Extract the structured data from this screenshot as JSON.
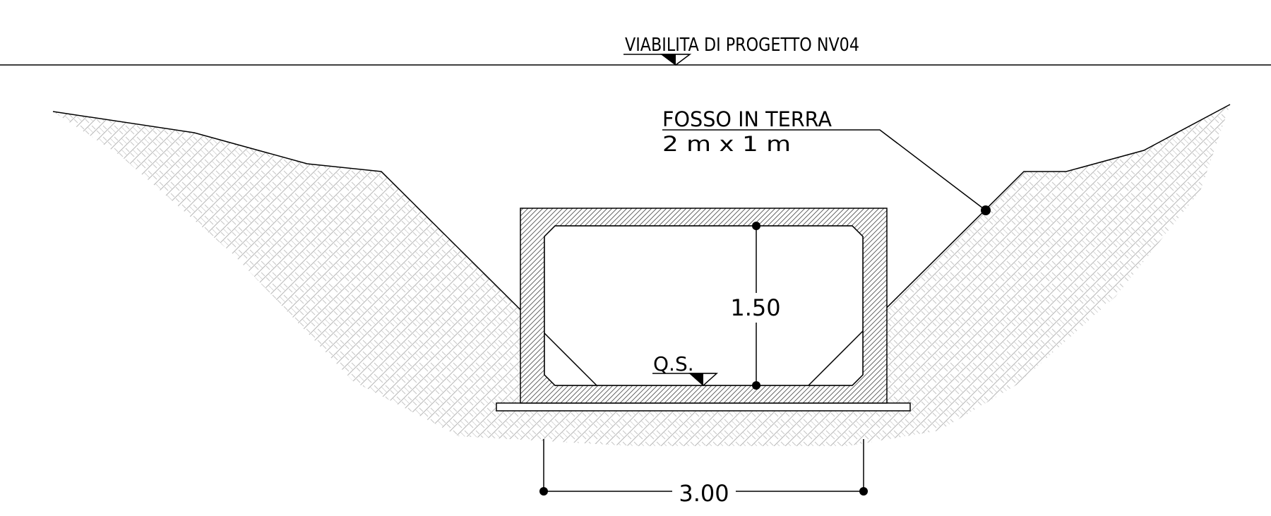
{
  "road_label": "VIABILITA DI PROGETTO NV04",
  "ditch_label": {
    "line1": "FOSSO IN TERRA",
    "line2": "2 m x 1 m"
  },
  "qs_label": "Q.S.",
  "height_dim": "1.50",
  "width_dim": "3.00"
}
